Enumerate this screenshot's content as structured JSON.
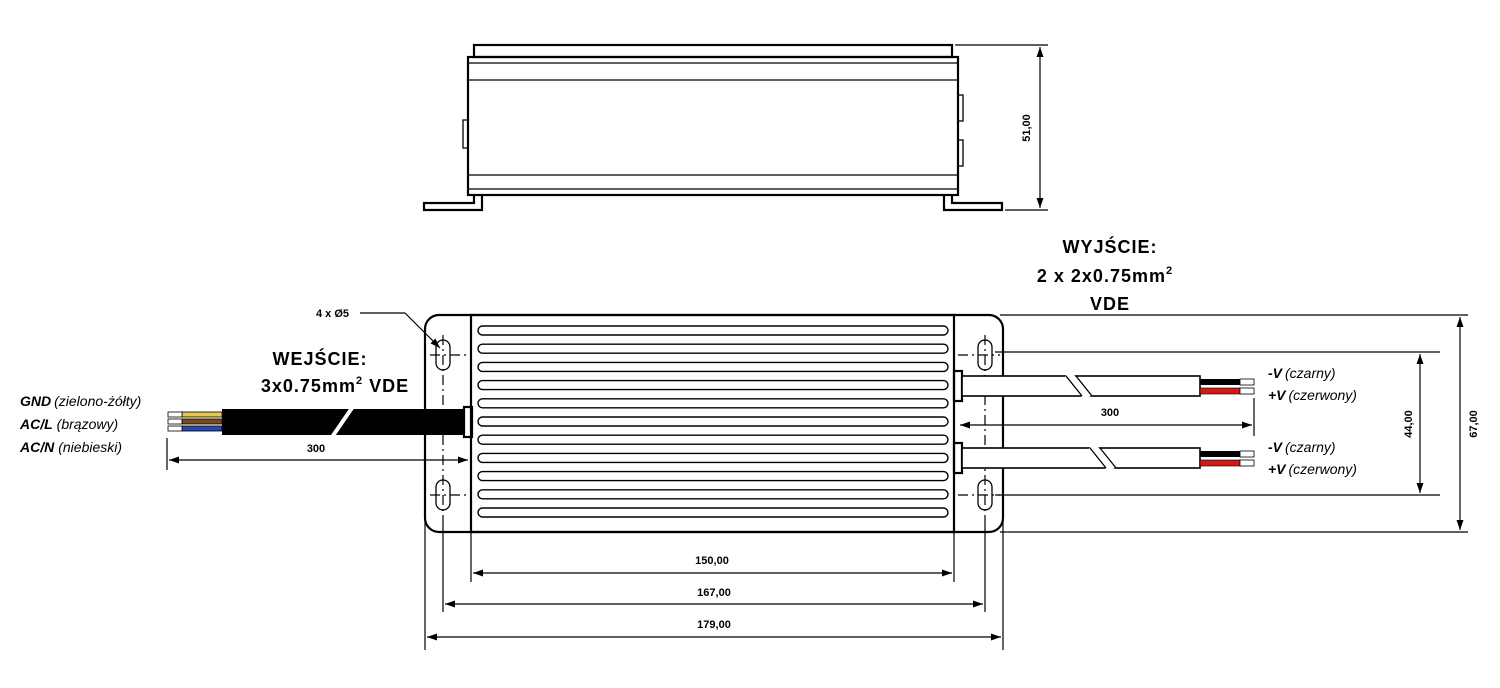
{
  "dimensions": {
    "height": "51,00",
    "width_150": "150,00",
    "width_167": "167,00",
    "width_179": "179,00",
    "depth_44": "44,00",
    "depth_67": "67,00",
    "input_cable_length": "300",
    "output_cable_length": "300",
    "holes": "4 x Ø5"
  },
  "input": {
    "title": "WEJŚCIE:",
    "spec": "3x0.75mm",
    "sup": "2",
    "suffix": " VDE",
    "wires": [
      {
        "name": "GND",
        "desc": "(zielono-żółty)"
      },
      {
        "name": "AC/L",
        "desc": "(brązowy)"
      },
      {
        "name": "AC/N",
        "desc": "(niebieski)"
      }
    ]
  },
  "output": {
    "title": "WYJŚCIE:",
    "spec": "2 x 2x0.75mm",
    "sup": "2",
    "line3": "VDE",
    "wires": [
      {
        "name": "-V",
        "desc": "(czarny)"
      },
      {
        "name": "+V",
        "desc": "(czerwony)"
      },
      {
        "name": "-V",
        "desc": "(czarny)"
      },
      {
        "name": "+V",
        "desc": "(czerwony)"
      }
    ]
  },
  "colors": {
    "ground": "#e8c84a",
    "brown": "#7a4a1e",
    "blue": "#2b4aa8",
    "black": "#000000",
    "red": "#d11a1a"
  }
}
